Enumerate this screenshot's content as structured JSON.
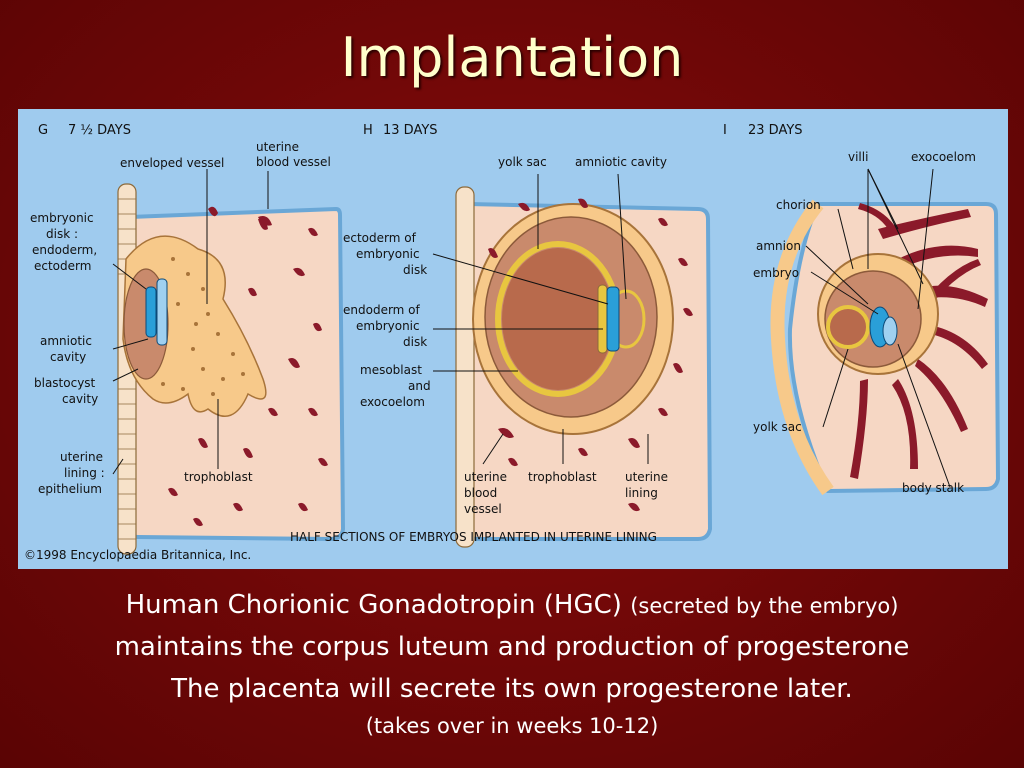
{
  "title": "Implantation",
  "figure": {
    "stages": [
      {
        "letter": "G",
        "age": "7 ½ DAYS"
      },
      {
        "letter": "H",
        "age": "13 DAYS"
      },
      {
        "letter": "I",
        "age": "23 DAYS"
      }
    ],
    "labels_g": {
      "enveloped_vessel": "enveloped vessel",
      "uterine_blood_vessel_1": "uterine",
      "uterine_blood_vessel_2": "blood vessel",
      "embryonic_disk_1": "embryonic",
      "embryonic_disk_2": "disk :",
      "embryonic_disk_3": "endoderm,",
      "embryonic_disk_4": "ectoderm",
      "amniotic_cavity_1": "amniotic",
      "amniotic_cavity_2": "cavity",
      "blastocyst_cavity_1": "blastocyst",
      "blastocyst_cavity_2": "cavity",
      "uterine_lining_1": "uterine",
      "uterine_lining_2": "lining :",
      "uterine_lining_3": "epithelium",
      "trophoblast": "trophoblast"
    },
    "labels_h": {
      "yolk_sac": "yolk sac",
      "amniotic_cavity": "amniotic cavity",
      "ectoderm_1": "ectoderm of",
      "ectoderm_2": "embryonic",
      "ectoderm_3": "disk",
      "endoderm_1": "endoderm of",
      "endoderm_2": "embryonic",
      "endoderm_3": "disk",
      "mesoblast_1": "mesoblast",
      "mesoblast_2": "and",
      "mesoblast_3": "exocoelom",
      "uterine_blood_vessel_1": "uterine",
      "uterine_blood_vessel_2": "blood",
      "uterine_blood_vessel_3": "vessel",
      "trophoblast": "trophoblast",
      "uterine_lining_1": "uterine",
      "uterine_lining_2": "lining"
    },
    "labels_i": {
      "villi": "villi",
      "exocoelom": "exocoelom",
      "chorion": "chorion",
      "amnion": "amnion",
      "embryo": "embryo",
      "yolk_sac": "yolk sac",
      "body_stalk": "body stalk"
    },
    "footer_title": "HALF SECTIONS OF EMBRYOS IMPLANTED IN UTERINE LINING",
    "copyright": "©1998 Encyclopaedia Britannica, Inc.",
    "colors": {
      "background": "#9fcbee",
      "tissue": "#f6d7c4",
      "trophoblast": "#f7c98a",
      "vessel": "#8b1a2a",
      "cavity": "#b86a4c",
      "disk": "#2a9fd8",
      "yolk": "#e8c640"
    }
  },
  "caption": {
    "line1_main": "Human Chorionic Gonadotropin (HGC) ",
    "line1_small": "(secreted by the embryo)",
    "line2": "maintains the corpus luteum and production of progesterone",
    "line3": "The placenta will secrete its own progesterone later.",
    "line4": "(takes over in weeks 10-12)"
  }
}
